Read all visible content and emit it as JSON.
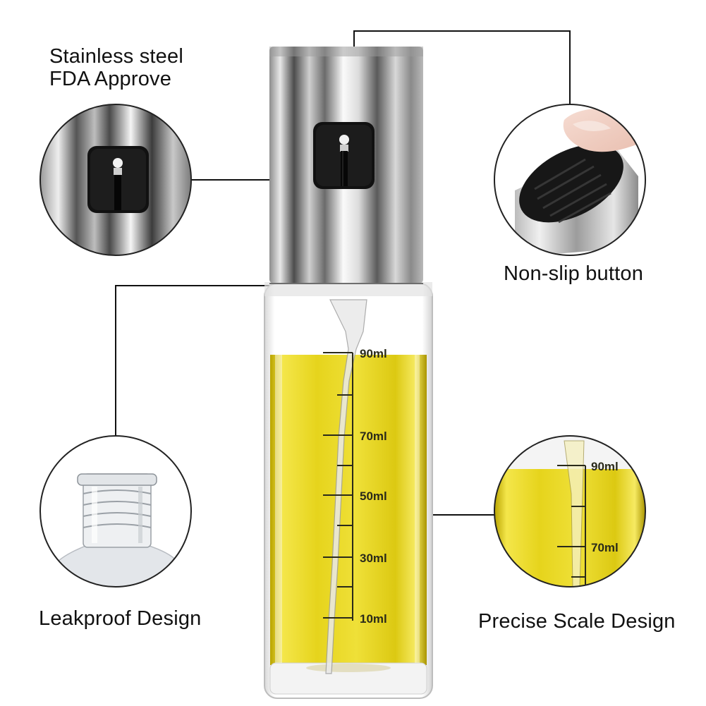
{
  "labels": {
    "stainless_line1": "Stainless steel",
    "stainless_line2": "FDA Approve",
    "nonslip": "Non-slip button",
    "leakproof": "Leakproof Design",
    "scale": "Precise Scale Design"
  },
  "scale_marks": [
    "90ml",
    "70ml",
    "50ml",
    "30ml",
    "10ml"
  ],
  "zoom_scale_marks": [
    "90ml",
    "70ml"
  ],
  "colors": {
    "oil": "#e6d41c",
    "steel_light": "#f2f2f2",
    "steel_dark": "#3a3a3a",
    "line": "#111111"
  }
}
